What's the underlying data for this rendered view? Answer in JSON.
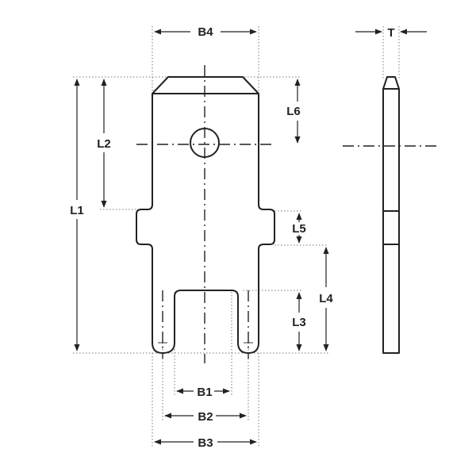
{
  "dimensions": {
    "B1": "B1",
    "B2": "B2",
    "B3": "B3",
    "B4": "B4",
    "L1": "L1",
    "L2": "L2",
    "L3": "L3",
    "L4": "L4",
    "L5": "L5",
    "L6": "L6",
    "T": "T"
  },
  "colors": {
    "line": "#222222",
    "extension": "#777777",
    "background": "#ffffff"
  }
}
